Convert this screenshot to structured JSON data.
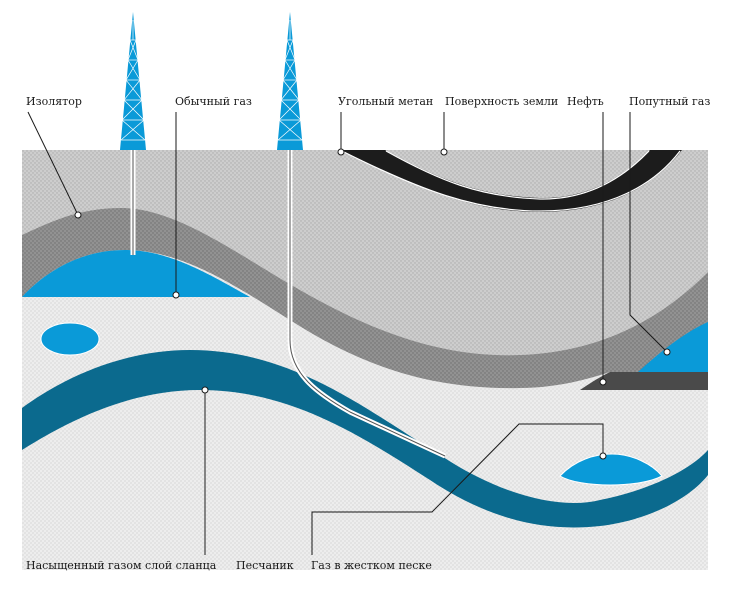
{
  "labels": {
    "insulator": "Изолятор",
    "conventional_gas": "Обычный газ",
    "coalbed_methane": "Угольный метан",
    "ground_surface": "Поверхность земли",
    "oil": "Нефть",
    "associated_gas": "Попутный газ",
    "shale_gas": "Насыщенный газом слой сланца",
    "sandstone": "Песчаник",
    "tight_sand_gas": "Газ в жестком песке"
  },
  "colors": {
    "gas_blue": "#0a9ad8",
    "shale_teal": "#0b6a8e",
    "coal_black": "#1c1c1c",
    "insulator_grey": "#8e8e8e",
    "upper_rock": "#c9c9c9",
    "sandstone": "#ececec"
  },
  "icons": {
    "rig_left": "drilling-rig-icon",
    "rig_right": "drilling-rig-icon"
  }
}
